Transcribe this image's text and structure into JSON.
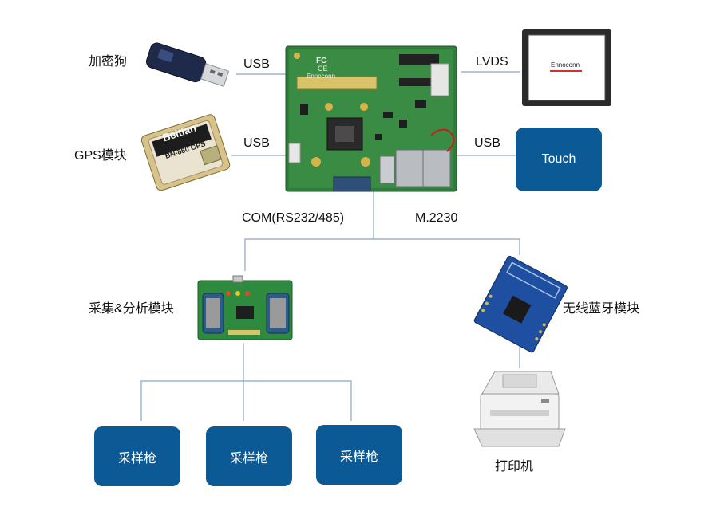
{
  "main_board": {
    "logo_text": "Ennoconn",
    "marking_fc": "FC",
    "marking_ce": "CE"
  },
  "monitor": {
    "logo_text": "Ennoconn"
  },
  "gps_chip": {
    "brand": "Beitian",
    "model": "BN-880 GPS"
  },
  "devices": {
    "dongle": "加密狗",
    "gps": "GPS模块",
    "acquisition": "采集&分析模块",
    "bluetooth": "无线蓝牙模块",
    "printer": "打印机"
  },
  "connections": {
    "usb_dongle": "USB",
    "usb_gps": "USB",
    "lvds": "LVDS",
    "usb_touch": "USB",
    "com": "COM(RS232/485)",
    "m2": "M.2230"
  },
  "boxes": {
    "touch": "Touch",
    "gun1": "采样枪",
    "gun2": "采样枪",
    "gun3": "采样枪"
  },
  "colors": {
    "box_fill": "#0b5a96",
    "line": "#8aa7c0",
    "pcb_green": "#2f7d3a"
  }
}
